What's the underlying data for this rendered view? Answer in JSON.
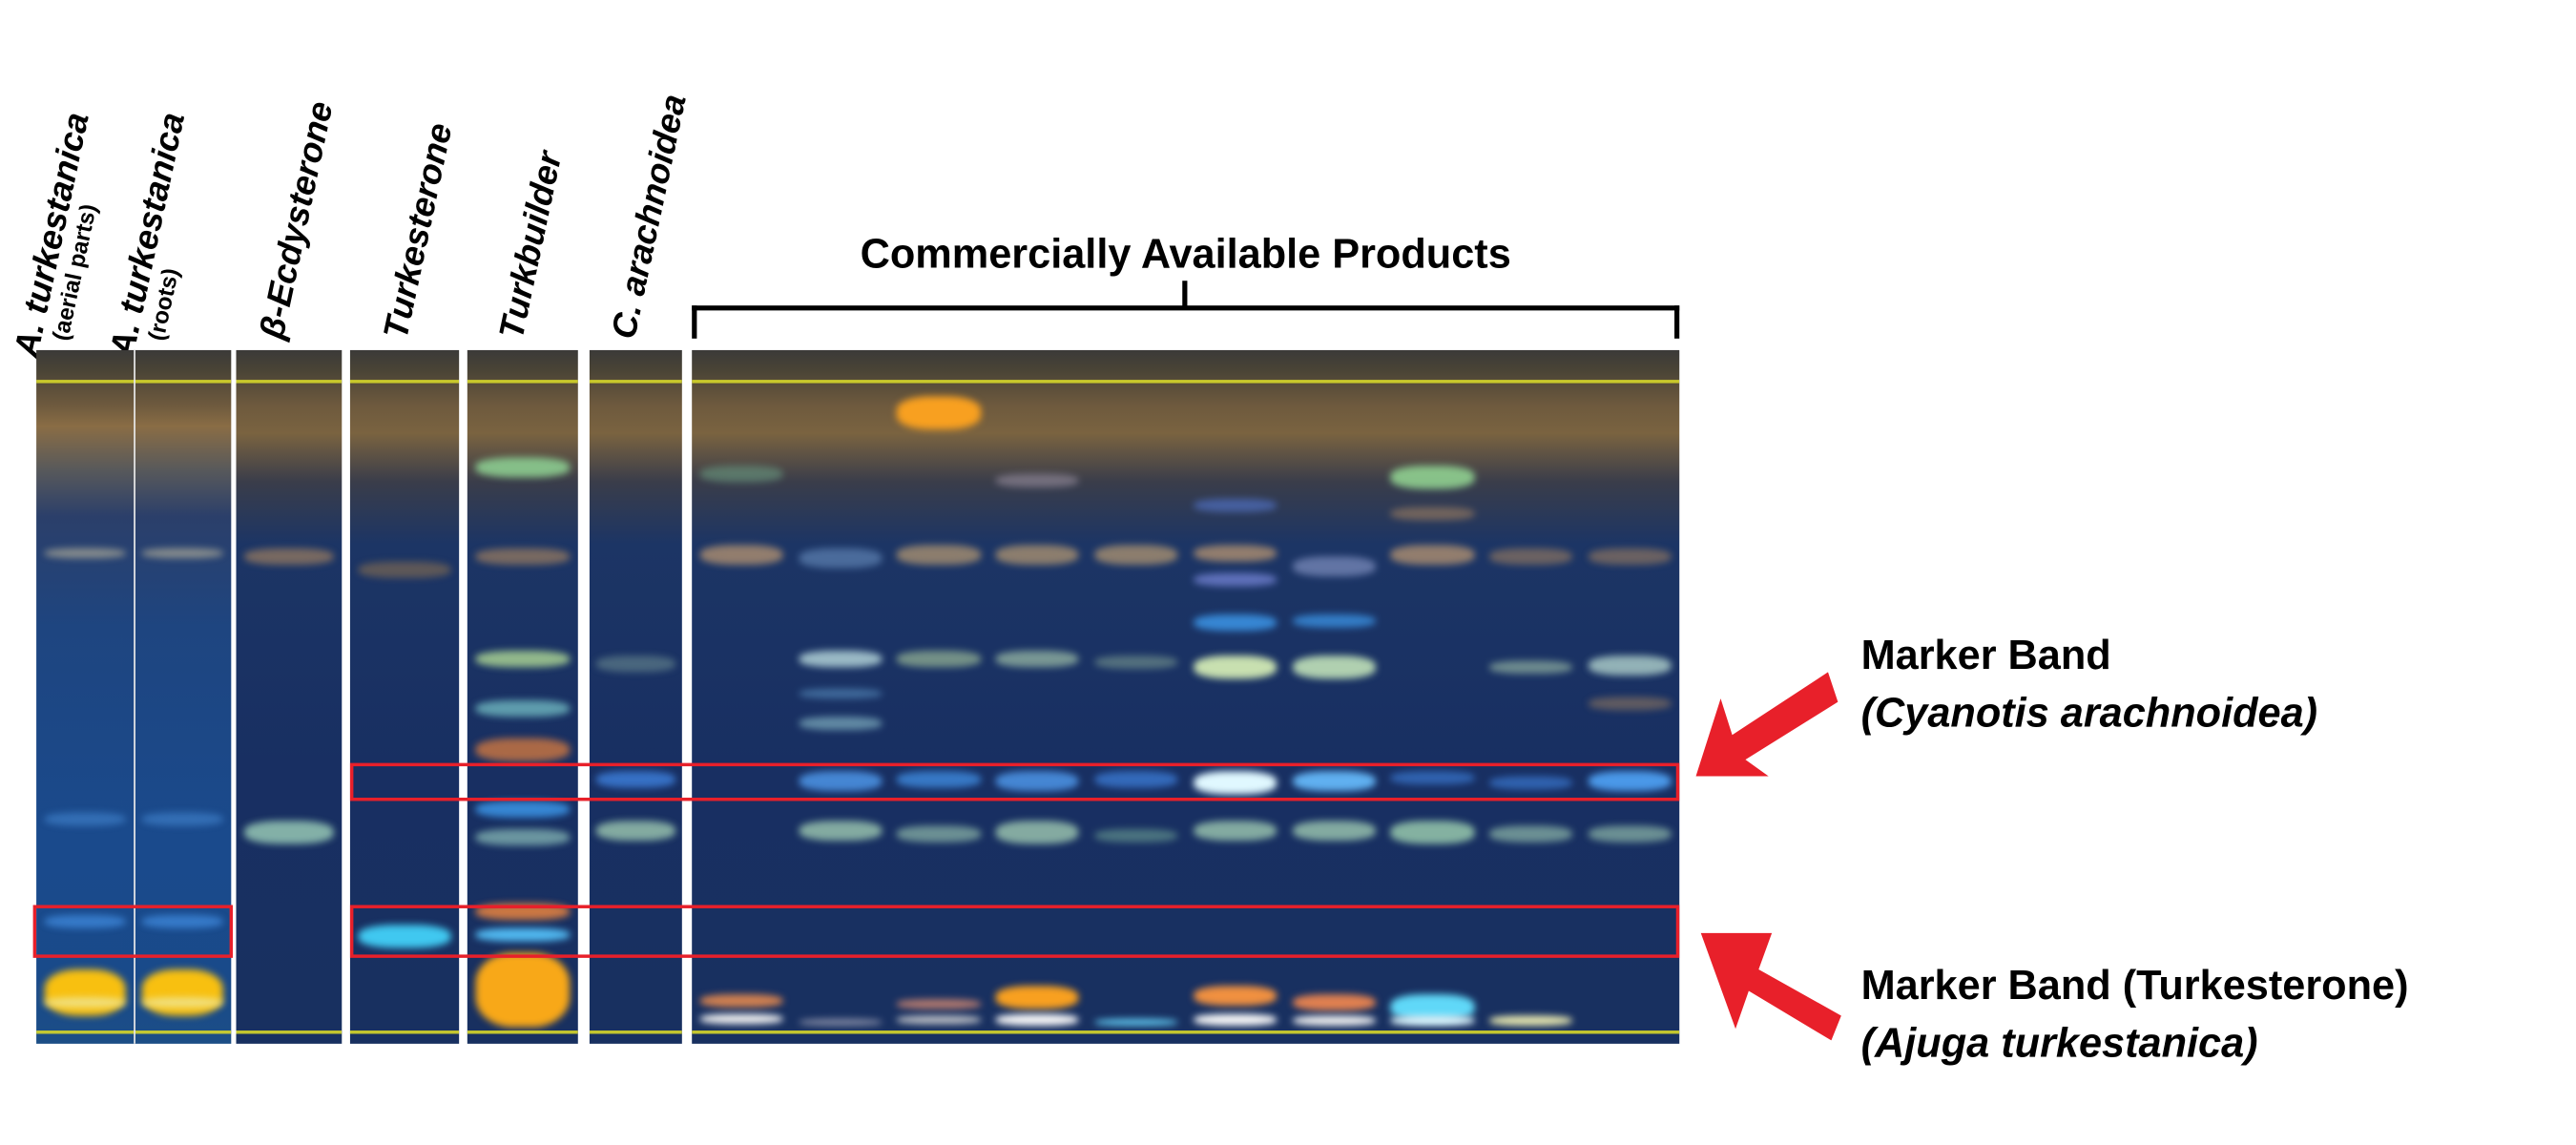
{
  "lanes": [
    {
      "label": "A. turkestanica",
      "sublabel": "(aerial parts)"
    },
    {
      "label": "A. turkestanica",
      "sublabel": "(roots)"
    },
    {
      "label": "β-Ecdysterone"
    },
    {
      "label": "Turkesterone"
    },
    {
      "label": "Turkbuilder"
    },
    {
      "label": "C. arachnoidea"
    }
  ],
  "products_group": {
    "label": "Commercially Available Products",
    "lane_count": 10
  },
  "annotations": [
    {
      "title": "Marker Band",
      "subtitle": "(Cyanotis arachnoidea)"
    },
    {
      "title": "Marker Band (Turkesterone)",
      "subtitle": "(Ajuga turkestanica)"
    }
  ],
  "colors": {
    "highlight": "#e8202a",
    "front_line": "#d6d62a",
    "plate": "#1a4a8c"
  }
}
